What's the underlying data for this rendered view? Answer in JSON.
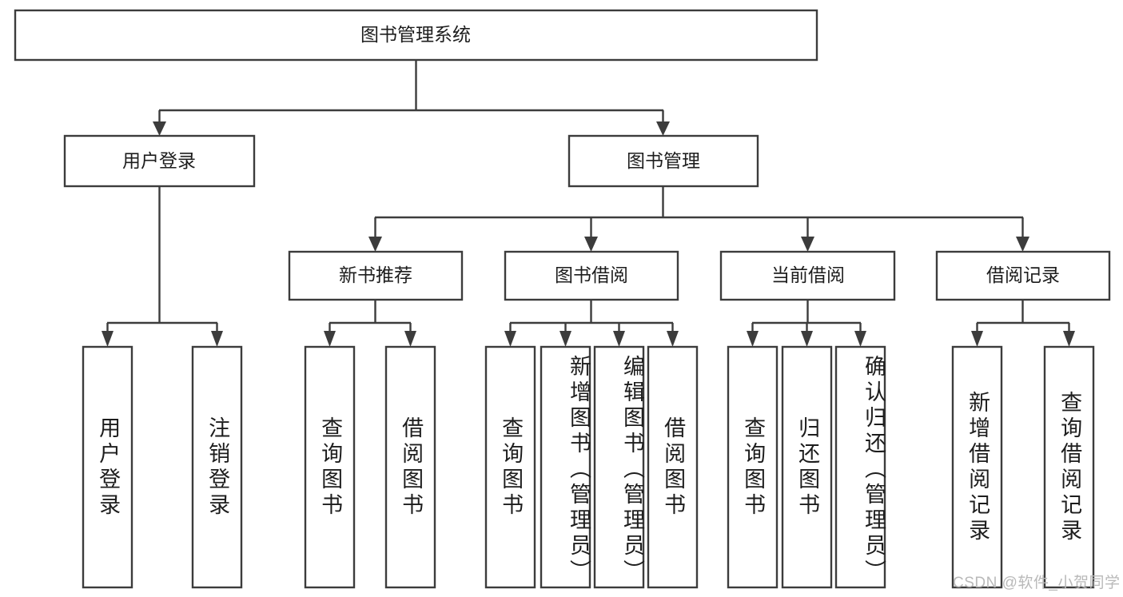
{
  "diagram": {
    "title": "图书管理系统",
    "type": "tree-hierarchy-chart",
    "orientation": "top-down",
    "root": {
      "id": "root",
      "label": "图书管理系统",
      "level": 1
    },
    "level2": [
      {
        "id": "user-login",
        "label": "用户登录",
        "level": 2
      },
      {
        "id": "book-management",
        "label": "图书管理",
        "level": 2
      }
    ],
    "level3": [
      {
        "id": "new-book-recommend",
        "label": "新书推荐",
        "level": 3,
        "parent": "book-management"
      },
      {
        "id": "book-borrow",
        "label": "图书借阅",
        "level": 3,
        "parent": "book-management"
      },
      {
        "id": "current-borrow",
        "label": "当前借阅",
        "level": 3,
        "parent": "book-management"
      },
      {
        "id": "borrow-record",
        "label": "借阅记录",
        "level": 3,
        "parent": "book-management"
      }
    ],
    "leaves": [
      {
        "id": "leaf-user-login",
        "label": "用户登录",
        "parent": "user-login"
      },
      {
        "id": "leaf-logout-login",
        "label": "注销登录",
        "parent": "user-login"
      },
      {
        "id": "leaf-query-book-1",
        "label": "查询图书",
        "parent": "new-book-recommend"
      },
      {
        "id": "leaf-borrow-book-1",
        "label": "借阅图书",
        "parent": "new-book-recommend"
      },
      {
        "id": "leaf-query-book-2",
        "label": "查询图书",
        "parent": "book-borrow"
      },
      {
        "id": "leaf-add-book",
        "label": "新增图书（管理员）",
        "parent": "book-borrow"
      },
      {
        "id": "leaf-edit-book",
        "label": "编辑图书（管理员）",
        "parent": "book-borrow"
      },
      {
        "id": "leaf-borrow-book-2",
        "label": "借阅图书",
        "parent": "book-borrow"
      },
      {
        "id": "leaf-query-book-3",
        "label": "查询图书",
        "parent": "current-borrow"
      },
      {
        "id": "leaf-return-book",
        "label": "归还图书",
        "parent": "current-borrow"
      },
      {
        "id": "leaf-confirm-return",
        "label": "确认归还（管理员）",
        "parent": "current-borrow"
      },
      {
        "id": "leaf-add-record",
        "label": "新增借阅记录",
        "parent": "borrow-record"
      },
      {
        "id": "leaf-query-record",
        "label": "查询借阅记录",
        "parent": "borrow-record"
      }
    ]
  },
  "watermark": {
    "text": "CSDN @软件_小贺同学"
  },
  "colors": {
    "background": "#ffffff",
    "box_fill": "#ffffff",
    "box_stroke": "#3c3c3c",
    "text": "#1d1d1d",
    "watermark": "#b9b9b9"
  }
}
